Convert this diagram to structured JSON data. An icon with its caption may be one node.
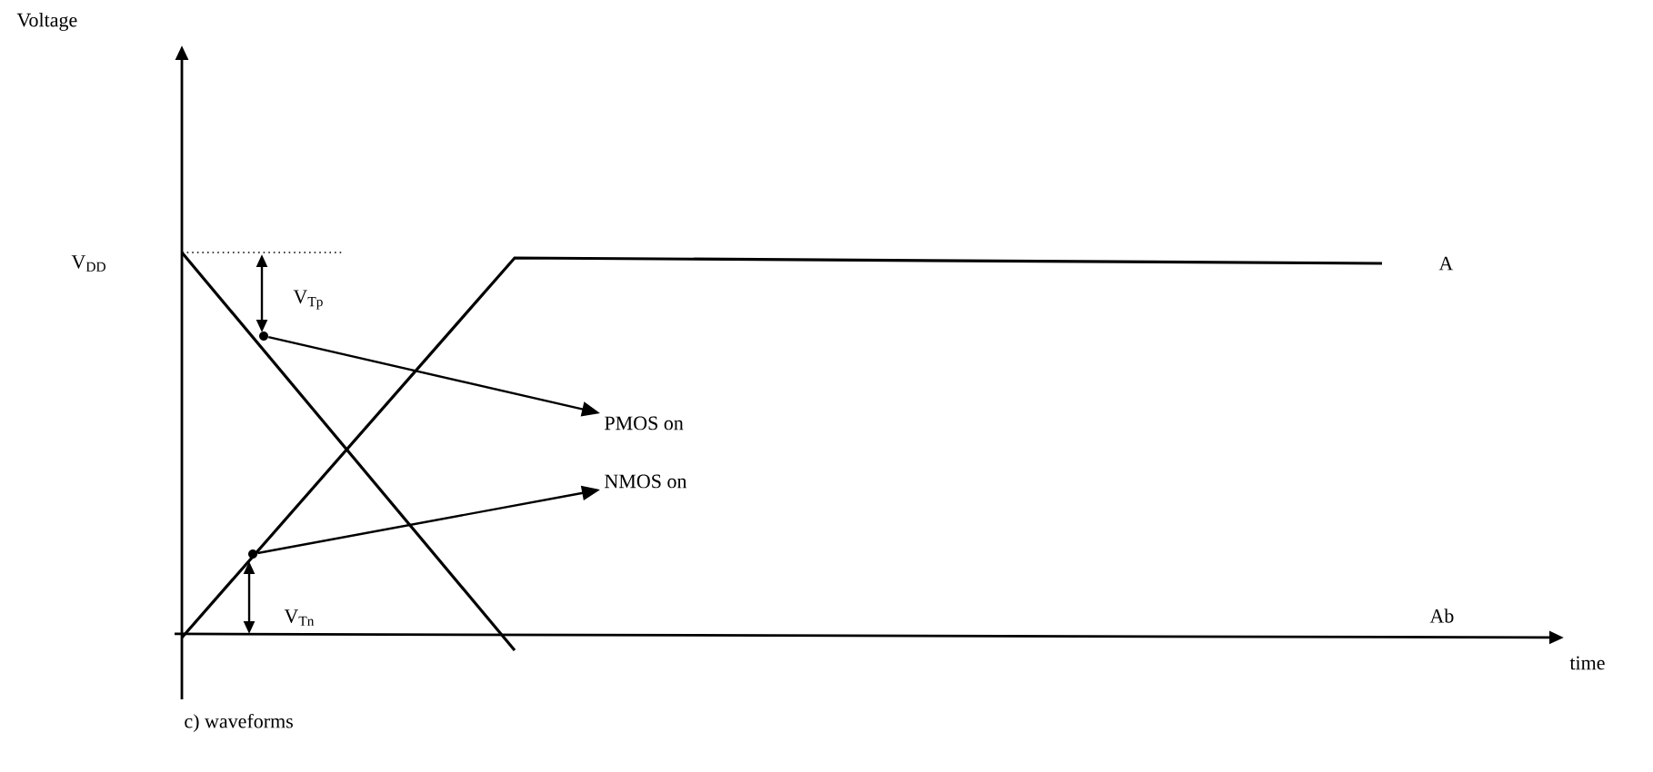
{
  "diagram": {
    "caption": "c) waveforms",
    "nodes": [
      {
        "text": [
          "PMOS on"
        ]
      },
      {
        "text": [
          "NMOS on"
        ]
      },
      {
        "text": [],
        "shape": "circle"
      },
      {
        "text": [],
        "shape": "circle"
      }
    ],
    "edges": [
      {
        "from": 2,
        "to": 0,
        "arrow": "to"
      },
      {
        "from": 3,
        "to": 1,
        "arrow": "to"
      }
    ],
    "labels": [
      "Voltage",
      "V$_{DD}$",
      "V$_{Tp}$",
      "A",
      "V$_{Tn}$",
      "Ab",
      "time"
    ]
  }
}
